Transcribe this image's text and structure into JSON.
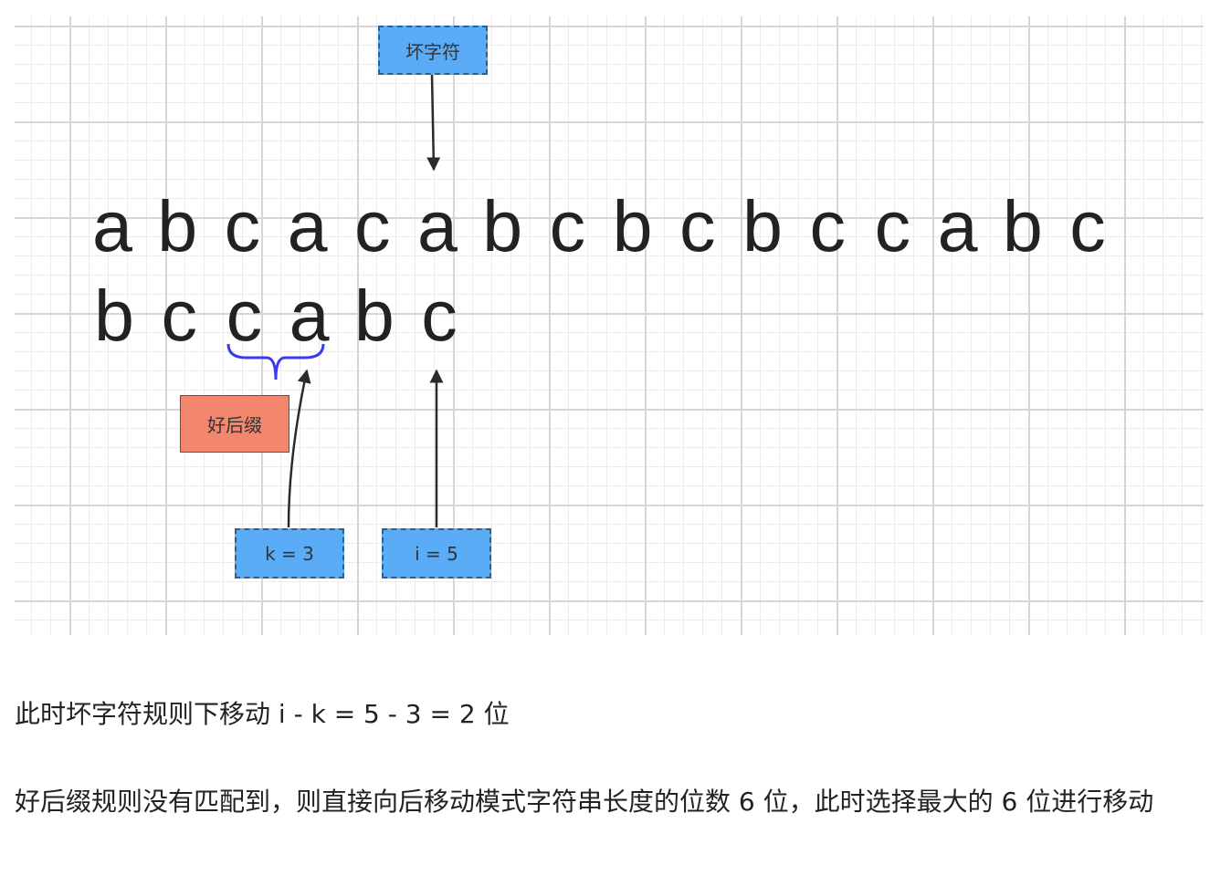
{
  "diagram": {
    "text_row": [
      "a",
      "b",
      "c",
      "a",
      "c",
      "a",
      "b",
      "c",
      "b",
      "c",
      "b",
      "c",
      "c",
      "a",
      "b",
      "c"
    ],
    "pattern_row": [
      "b",
      "c",
      "c",
      "a",
      "b",
      "c"
    ],
    "labels": {
      "bad_char": "坏字符",
      "good_suffix": "好后缀",
      "k": "k = 3",
      "i": "i = 5"
    }
  },
  "paragraphs": [
    "此时坏字符规则下移动 i - k = 5 - 3 = 2 位",
    "好后缀规则没有匹配到，则直接向后移动模式字符串长度的位数 6 位，此时选择最大的 6 位进行移动"
  ],
  "colors": {
    "label_blue": "#5aacf7",
    "label_red": "#f2876e",
    "brace": "#3a3af0"
  }
}
